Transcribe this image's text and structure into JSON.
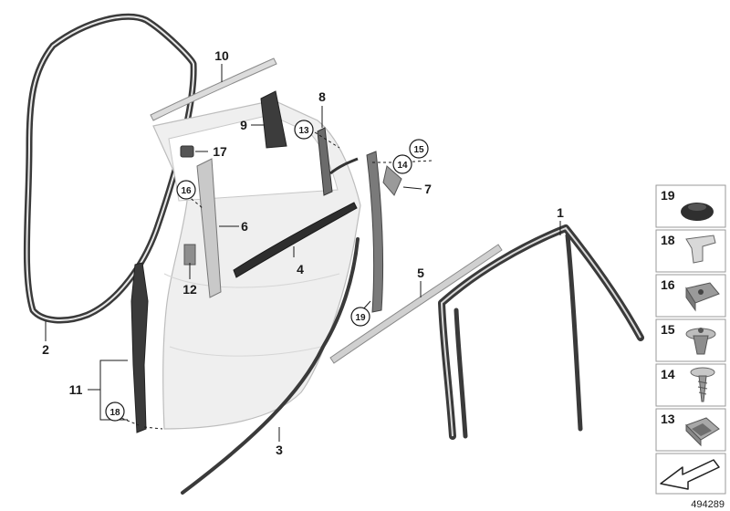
{
  "callouts": {
    "c1": "1",
    "c2": "2",
    "c3": "3",
    "c4": "4",
    "c5": "5",
    "c6": "6",
    "c7": "7",
    "c8": "8",
    "c9": "9",
    "c10": "10",
    "c11": "11",
    "c12": "12",
    "c13": "13",
    "c14": "14",
    "c15": "15",
    "c16": "16",
    "c17": "17",
    "c18": "18",
    "c19": "19"
  },
  "legend": {
    "items": [
      "19",
      "18",
      "16",
      "15",
      "14",
      "13"
    ]
  },
  "diagram_number": "494289"
}
